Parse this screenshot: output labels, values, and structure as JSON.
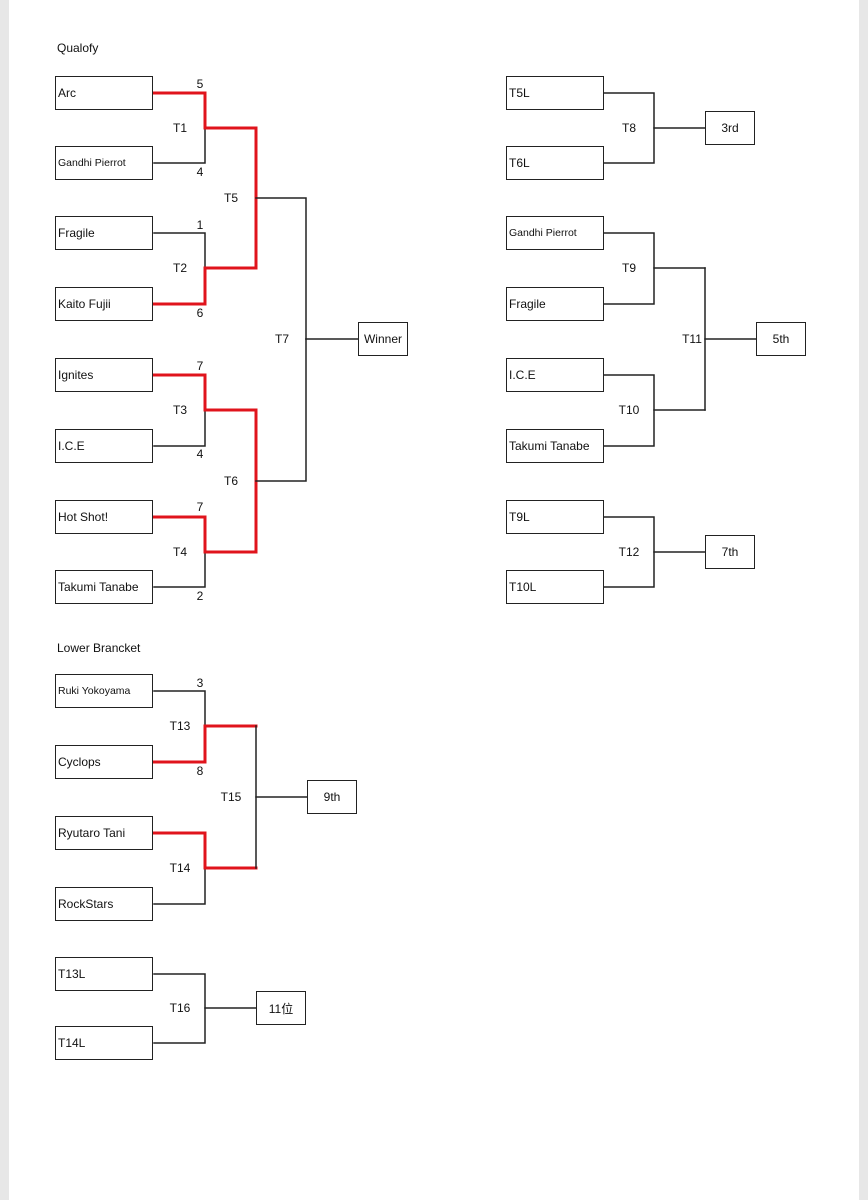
{
  "sections": {
    "qualify_title": "Qualofy",
    "lower_title": "Lower Brancket"
  },
  "colors": {
    "line": "#222222",
    "winner_path": "#e0141c",
    "page_bg": "#e7e7e7",
    "paper": "#ffffff"
  },
  "qualify": {
    "teams": [
      "Arc",
      "Gandhi Pierrot",
      "Fragile",
      "Kaito Fujii",
      "Ignites",
      "I.C.E",
      "Hot Shot!",
      "Takumi Tanabe"
    ],
    "match_labels": {
      "t1": "T1",
      "t2": "T2",
      "t3": "T3",
      "t4": "T4",
      "t5": "T5",
      "t6": "T6",
      "t7": "T7"
    },
    "scores": [
      "5",
      "4",
      "1",
      "6",
      "7",
      "4",
      "7",
      "2"
    ],
    "final": "Winner"
  },
  "placement": {
    "third": {
      "teams": [
        "T5L",
        "T6L"
      ],
      "label": "T8",
      "result": "3rd"
    },
    "fifth": {
      "teams": [
        "Gandhi Pierrot",
        "Fragile",
        "I.C.E",
        "Takumi Tanabe"
      ],
      "labels": {
        "t9": "T9",
        "t10": "T10",
        "t11": "T11"
      },
      "result": "5th"
    },
    "seventh": {
      "teams": [
        "T9L",
        "T10L"
      ],
      "label": "T12",
      "result": "7th"
    }
  },
  "lower": {
    "teams": [
      "Ruki Yokoyama",
      "Cyclops",
      "Ryutaro Tani",
      "RockStars"
    ],
    "scores": [
      "3",
      "8"
    ],
    "labels": {
      "t13": "T13",
      "t14": "T14",
      "t15": "T15"
    },
    "result": "9th",
    "eleventh": {
      "teams": [
        "T13L",
        "T14L"
      ],
      "label": "T16",
      "result": "11位"
    }
  }
}
